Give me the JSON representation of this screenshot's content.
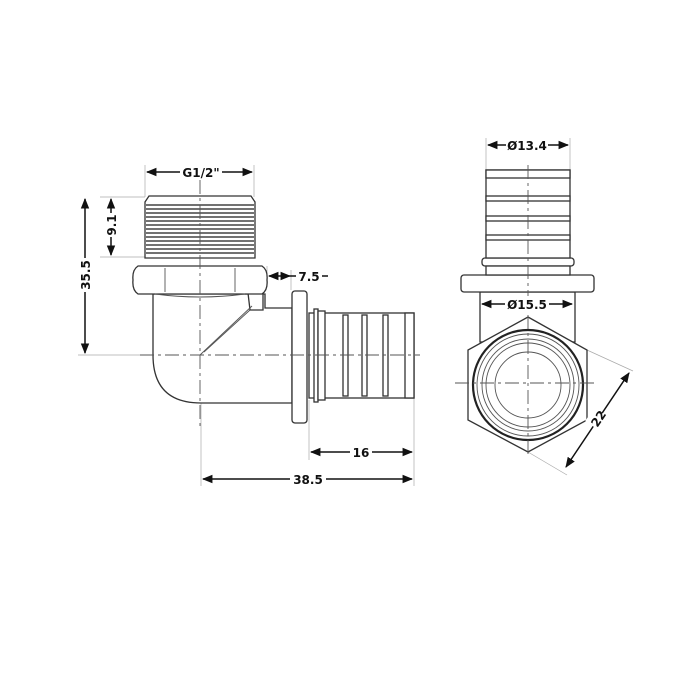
{
  "dimensions": {
    "thread": "G1/2\"",
    "thread_length": "9.1",
    "height": "35.5",
    "gap": "7.5",
    "pex_length": "16",
    "total_length": "38.5",
    "pex_diameter": "Ø13.4",
    "body_diameter": "Ø15.5",
    "hex_size": "22"
  }
}
